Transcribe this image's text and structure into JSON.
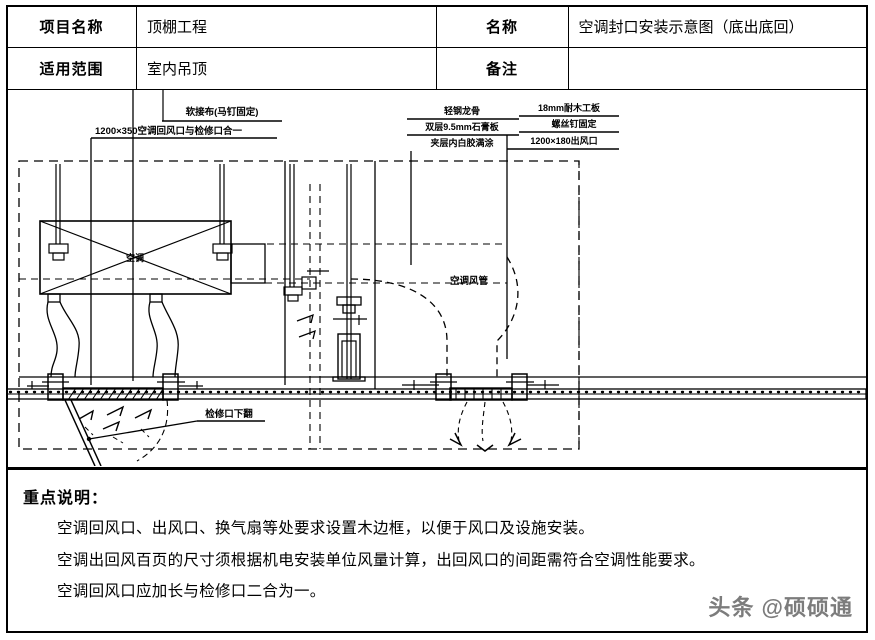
{
  "header": {
    "rows": [
      {
        "label": "项目名称",
        "value": "顶棚工程",
        "label2": "名称",
        "value2": "空调封口安装示意图（底出底回）"
      },
      {
        "label": "适用范围",
        "value": "室内吊顶",
        "label2": "备注",
        "value2": ""
      }
    ]
  },
  "drawing": {
    "labels": {
      "soft_connect": "软接布(马钉固定)",
      "return_air_dim": "1200×350空调回风口与检修口合一",
      "light_steel_keel": "轻钢龙骨",
      "gypsum_board": "双层9.5mm石膏板",
      "glue_coating": "夹层内白胶满涂",
      "plywood": "18mm耐木工板",
      "screw_fix": "螺丝钉固定",
      "supply_air_dim": "1200×180出风口",
      "ac_unit": "空调",
      "ac_duct": "空调风管",
      "access_panel": "检修口下翻"
    }
  },
  "notes": {
    "title": "重点说明：",
    "lines": [
      "空调回风口、出风口、换气扇等处要求设置木边框，以便于风口及设施安装。",
      "空调出回风百页的尺寸须根据机电安装单位风量计算，出回风口的间距需符合空调性能要求。",
      "空调回风口应加长与检修口二合为一。"
    ]
  },
  "watermark": {
    "text": "头条 @硕硕通"
  },
  "colors": {
    "line": "#000000",
    "background": "#ffffff",
    "watermark": "#4a4a4a"
  }
}
